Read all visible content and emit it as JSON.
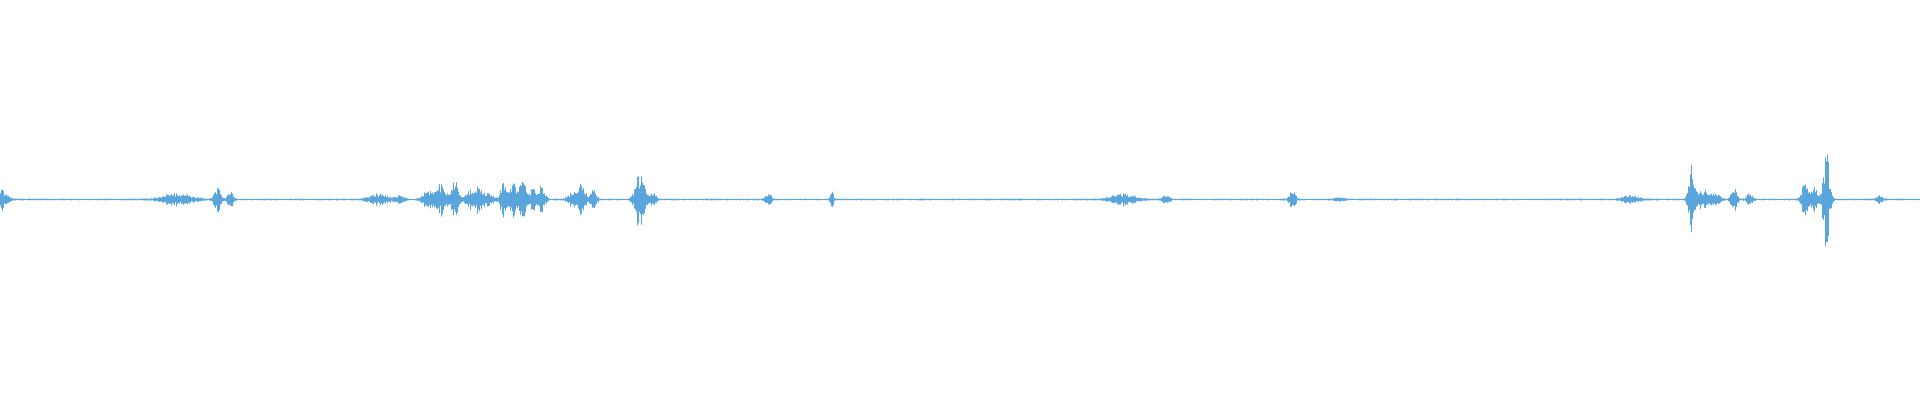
{
  "waveform": {
    "color": "#5aa6dc",
    "background": "#ffffff",
    "bursts": [
      {
        "t": 0.0,
        "amp": 0.05,
        "spread": 0.004
      },
      {
        "t": 0.092,
        "amp": 0.03,
        "spread": 0.01
      },
      {
        "t": 0.113,
        "amp": 0.06,
        "spread": 0.002
      },
      {
        "t": 0.12,
        "amp": 0.04,
        "spread": 0.002
      },
      {
        "t": 0.197,
        "amp": 0.03,
        "spread": 0.006
      },
      {
        "t": 0.208,
        "amp": 0.02,
        "spread": 0.003
      },
      {
        "t": 0.224,
        "amp": 0.06,
        "spread": 0.004
      },
      {
        "t": 0.23,
        "amp": 0.08,
        "spread": 0.003
      },
      {
        "t": 0.237,
        "amp": 0.13,
        "spread": 0.002
      },
      {
        "t": 0.245,
        "amp": 0.05,
        "spread": 0.003
      },
      {
        "t": 0.249,
        "amp": 0.07,
        "spread": 0.002
      },
      {
        "t": 0.254,
        "amp": 0.04,
        "spread": 0.003
      },
      {
        "t": 0.262,
        "amp": 0.09,
        "spread": 0.002
      },
      {
        "t": 0.267,
        "amp": 0.11,
        "spread": 0.002
      },
      {
        "t": 0.272,
        "amp": 0.12,
        "spread": 0.002
      },
      {
        "t": 0.277,
        "amp": 0.06,
        "spread": 0.002
      },
      {
        "t": 0.282,
        "amp": 0.08,
        "spread": 0.002
      },
      {
        "t": 0.298,
        "amp": 0.04,
        "spread": 0.003
      },
      {
        "t": 0.303,
        "amp": 0.09,
        "spread": 0.002
      },
      {
        "t": 0.309,
        "amp": 0.05,
        "spread": 0.002
      },
      {
        "t": 0.333,
        "amp": 0.13,
        "spread": 0.003
      },
      {
        "t": 0.34,
        "amp": 0.03,
        "spread": 0.002
      },
      {
        "t": 0.4,
        "amp": 0.03,
        "spread": 0.002
      },
      {
        "t": 0.433,
        "amp": 0.06,
        "spread": 0.001
      },
      {
        "t": 0.585,
        "amp": 0.03,
        "spread": 0.008
      },
      {
        "t": 0.607,
        "amp": 0.03,
        "spread": 0.002
      },
      {
        "t": 0.673,
        "amp": 0.05,
        "spread": 0.002
      },
      {
        "t": 0.697,
        "amp": 0.01,
        "spread": 0.003
      },
      {
        "t": 0.849,
        "amp": 0.02,
        "spread": 0.005
      },
      {
        "t": 0.881,
        "amp": 0.18,
        "spread": 0.002
      },
      {
        "t": 0.887,
        "amp": 0.05,
        "spread": 0.003
      },
      {
        "t": 0.893,
        "amp": 0.04,
        "spread": 0.003
      },
      {
        "t": 0.903,
        "amp": 0.06,
        "spread": 0.002
      },
      {
        "t": 0.911,
        "amp": 0.03,
        "spread": 0.002
      },
      {
        "t": 0.94,
        "amp": 0.1,
        "spread": 0.002
      },
      {
        "t": 0.945,
        "amp": 0.07,
        "spread": 0.002
      },
      {
        "t": 0.951,
        "amp": 0.25,
        "spread": 0.002
      },
      {
        "t": 0.979,
        "amp": 0.02,
        "spread": 0.002
      }
    ],
    "baseline_amp": 0.003
  }
}
